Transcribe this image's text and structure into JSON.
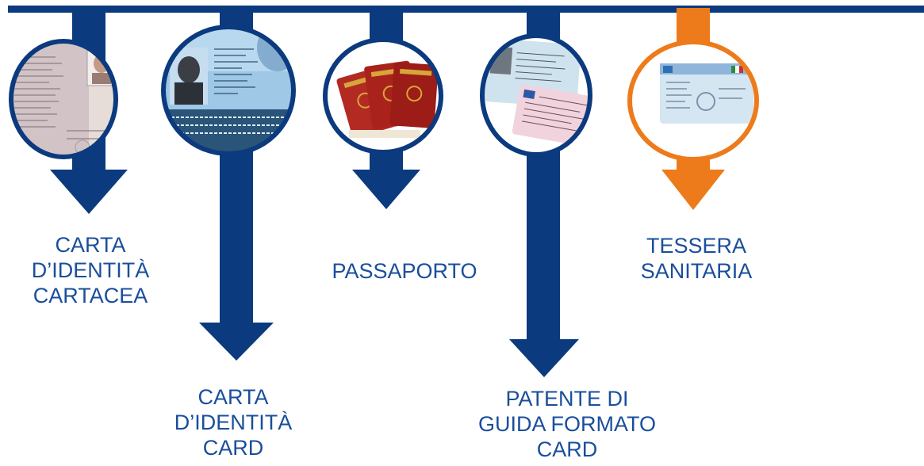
{
  "colors": {
    "navy": "#0b3a7e",
    "orange": "#ee7b1b",
    "label_text": "#1a4e9c"
  },
  "documents": [
    {
      "id": "carta-cartacea",
      "color": "navy",
      "image": "paper-id-card-photo",
      "label_lines": [
        "CARTA",
        "D’IDENTITÀ",
        "CARTACEA"
      ]
    },
    {
      "id": "carta-card",
      "color": "navy",
      "image": "electronic-id-card-photo",
      "label_lines": [
        "CARTA",
        "D’IDENTITÀ",
        "CARD"
      ]
    },
    {
      "id": "passaporto",
      "color": "navy",
      "image": "passport-photo",
      "label_lines": [
        "PASSAPORTO"
      ]
    },
    {
      "id": "patente",
      "color": "navy",
      "image": "driving-licence-card-photo",
      "label_lines": [
        "PATENTE DI",
        "GUIDA FORMATO",
        "CARD"
      ]
    },
    {
      "id": "tessera",
      "color": "orange",
      "image": "health-card-photo",
      "label_lines": [
        "TESSERA",
        "SANITARIA"
      ]
    }
  ]
}
